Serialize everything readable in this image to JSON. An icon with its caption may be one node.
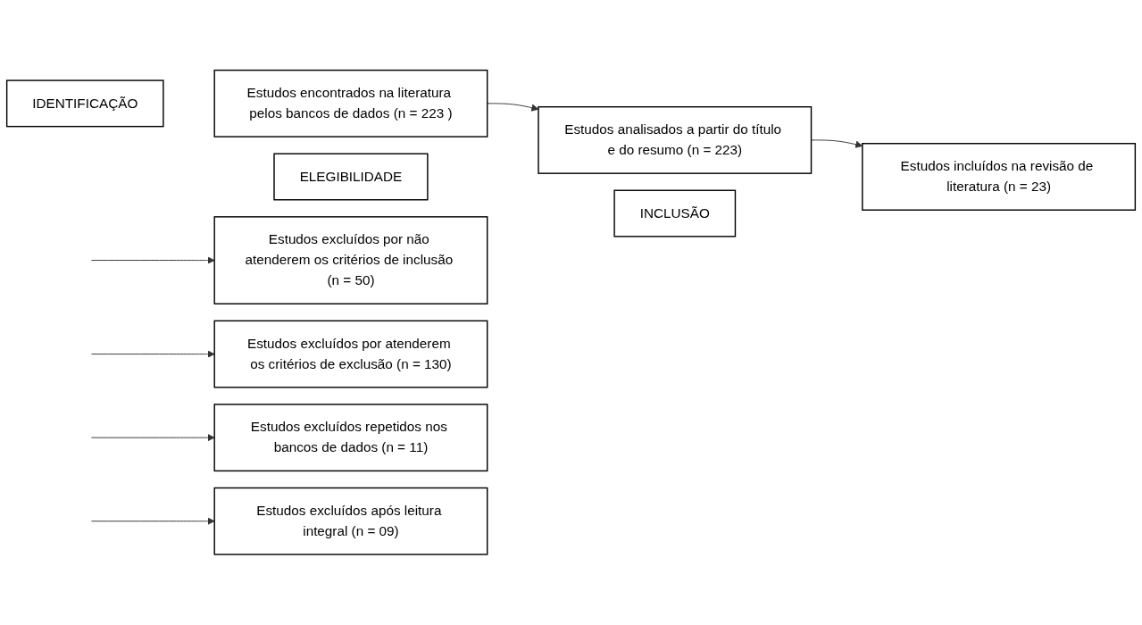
{
  "diagram": {
    "nodes": [
      {
        "text": [
          "IDENTIFICAÇÃO"
        ]
      },
      {
        "text": [
          "Estudos encontrados na literatura pelos bancos de dados (n = 223 )"
        ]
      },
      {
        "text": [
          "ELEGIBILIDADE"
        ]
      },
      {
        "text": [
          "Estudos analisados a partir do título e do resumo (n = 223)"
        ]
      },
      {
        "text": [
          "INCLUSÃO"
        ]
      },
      {
        "text": [
          "Estudos incluídos na revisão de literatura (n = 23)"
        ]
      },
      {
        "text": [
          "Estudos excluídos por não atenderem os critérios de inclusão (n = 50)"
        ]
      },
      {
        "text": [
          "Estudos excluídos por atenderem os critérios de exclusão (n = 130)"
        ]
      },
      {
        "text": [
          "Estudos excluídos repetidos nos bancos de dados (n = 11)"
        ]
      },
      {
        "text": [
          "Estudos excluídos após leitura integral (n = 09)"
        ]
      }
    ],
    "edges": [
      {
        "from": 1,
        "to": 3,
        "arrow": "to"
      },
      {
        "from": 3,
        "to": 5,
        "arrow": "to"
      },
      {
        "from": null,
        "to": 6,
        "arrow": "to"
      },
      {
        "from": null,
        "to": 7,
        "arrow": "to"
      },
      {
        "from": null,
        "to": 8,
        "arrow": "to"
      },
      {
        "from": null,
        "to": 9,
        "arrow": "to"
      }
    ]
  }
}
